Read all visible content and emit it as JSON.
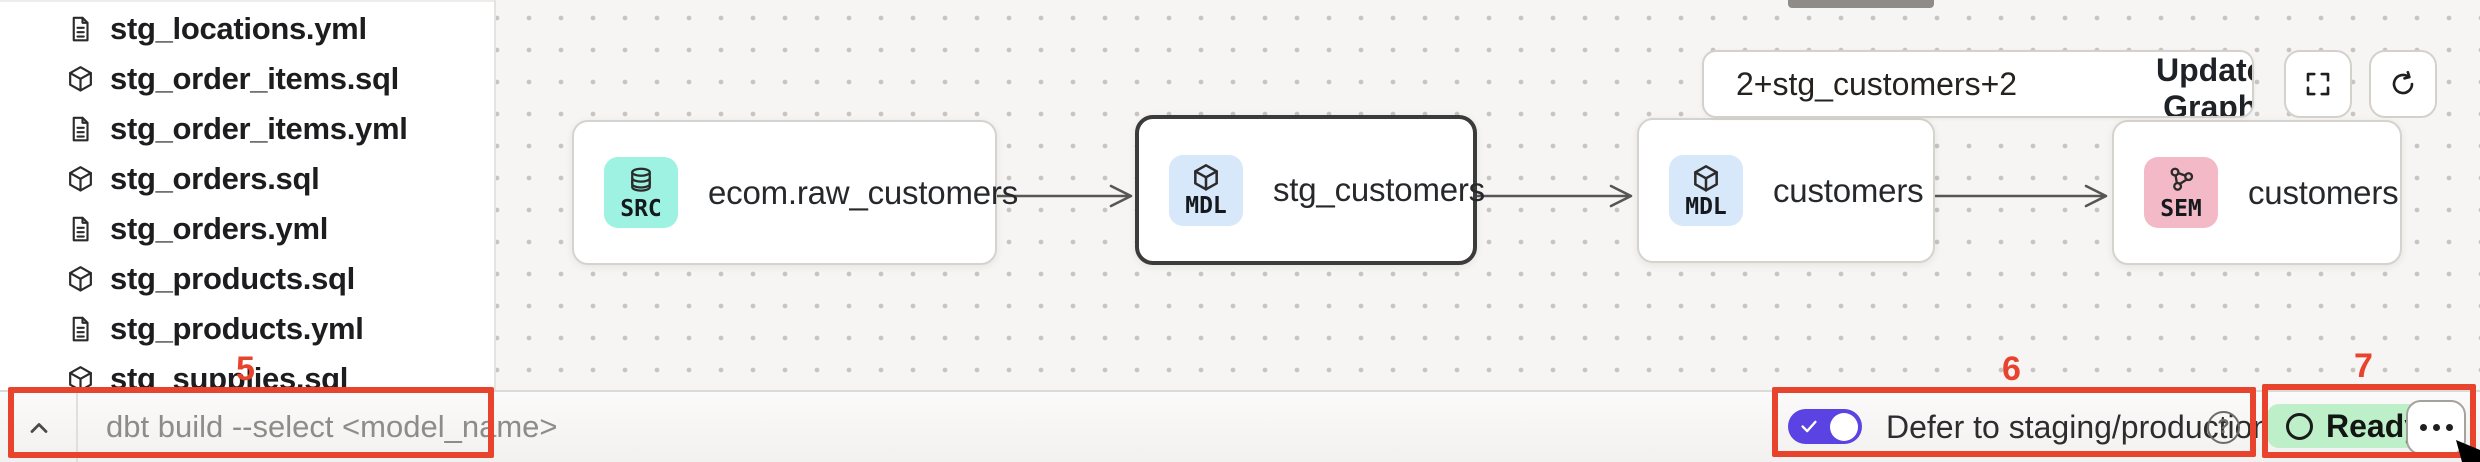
{
  "sidebar": {
    "files": [
      {
        "name": "stg_locations.yml",
        "type": "yml",
        "icon": "document-icon"
      },
      {
        "name": "stg_order_items.sql",
        "type": "sql",
        "icon": "cube-icon"
      },
      {
        "name": "stg_order_items.yml",
        "type": "yml",
        "icon": "document-icon"
      },
      {
        "name": "stg_orders.sql",
        "type": "sql",
        "icon": "cube-icon"
      },
      {
        "name": "stg_orders.yml",
        "type": "yml",
        "icon": "document-icon"
      },
      {
        "name": "stg_products.sql",
        "type": "sql",
        "icon": "cube-icon"
      },
      {
        "name": "stg_products.yml",
        "type": "yml",
        "icon": "document-icon"
      },
      {
        "name": "stg_supplies.sql",
        "type": "sql",
        "icon": "cube-icon",
        "partially_hidden": true
      }
    ]
  },
  "canvas": {
    "nodes": [
      {
        "badge": "SRC",
        "label": "ecom.raw_customers",
        "icon": "database-icon",
        "badge_color": "#9df2e2",
        "selected": false
      },
      {
        "badge": "MDL",
        "label": "stg_customers",
        "icon": "cube-icon",
        "badge_color": "#d7e8fb",
        "selected": true
      },
      {
        "badge": "MDL",
        "label": "customers",
        "icon": "cube-icon",
        "badge_color": "#d7e8fb",
        "selected": false
      },
      {
        "badge": "SEM",
        "label": "customers",
        "icon": "semantic-graph-icon",
        "badge_color": "#f3b9c7",
        "selected": false
      }
    ],
    "selector_input": {
      "value": "2+stg_customers+2"
    },
    "update_graph_button": "Update Graph",
    "toolbar_icons": {
      "fullscreen": "corner-brackets-icon",
      "refresh": "circular-arrow-icon"
    }
  },
  "bottom_bar": {
    "command_input": {
      "placeholder": "dbt build --select <model_name>"
    },
    "defer_toggle": {
      "on": true,
      "label": "Defer to staging/production",
      "help_icon": "question-mark-circle-icon"
    },
    "status_badge": {
      "label": "Ready"
    },
    "more_button_icon": "ellipsis-icon"
  },
  "annotations": {
    "color": "#e8432d",
    "items": [
      {
        "number": "5"
      },
      {
        "number": "6"
      },
      {
        "number": "7"
      }
    ]
  },
  "colors": {
    "accent_purple": "#5b43e3",
    "ready_green_bg": "#bdf0c9",
    "selected_node_border": "#3b3b3b",
    "canvas_bg": "#f6f5f3"
  }
}
